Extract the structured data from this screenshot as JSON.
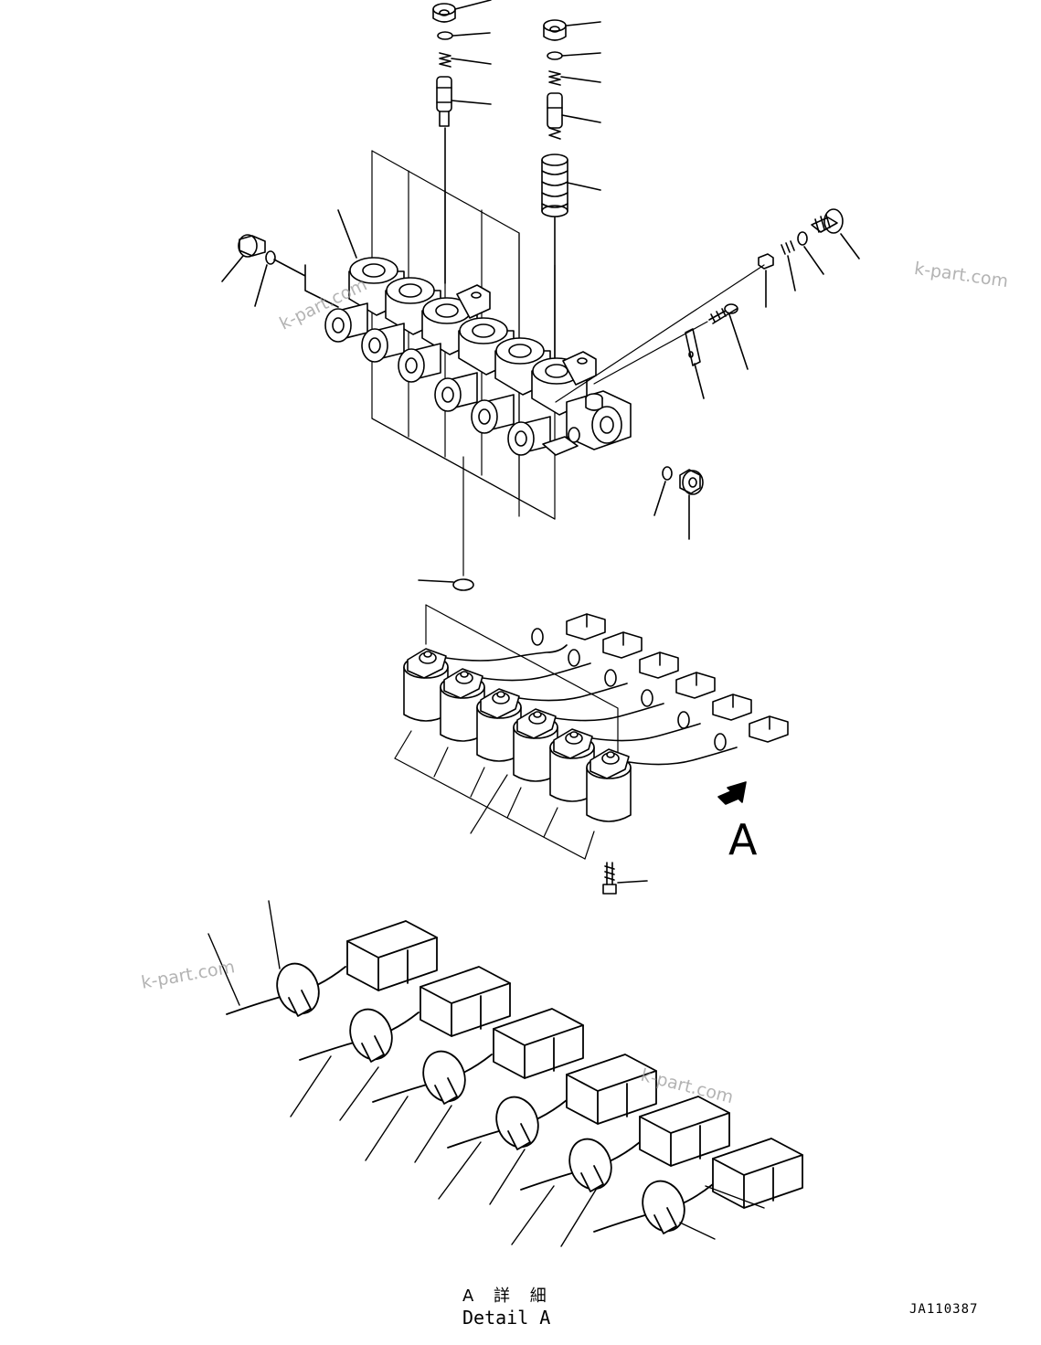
{
  "watermarks": [
    "k-part.com",
    "k-part.com",
    "k-part.com",
    "k-part.com"
  ],
  "view_marker": {
    "letter": "A"
  },
  "detail_label": {
    "japanese": "A 詳 細",
    "english": "Detail A"
  },
  "drawing_number": "JA110387"
}
